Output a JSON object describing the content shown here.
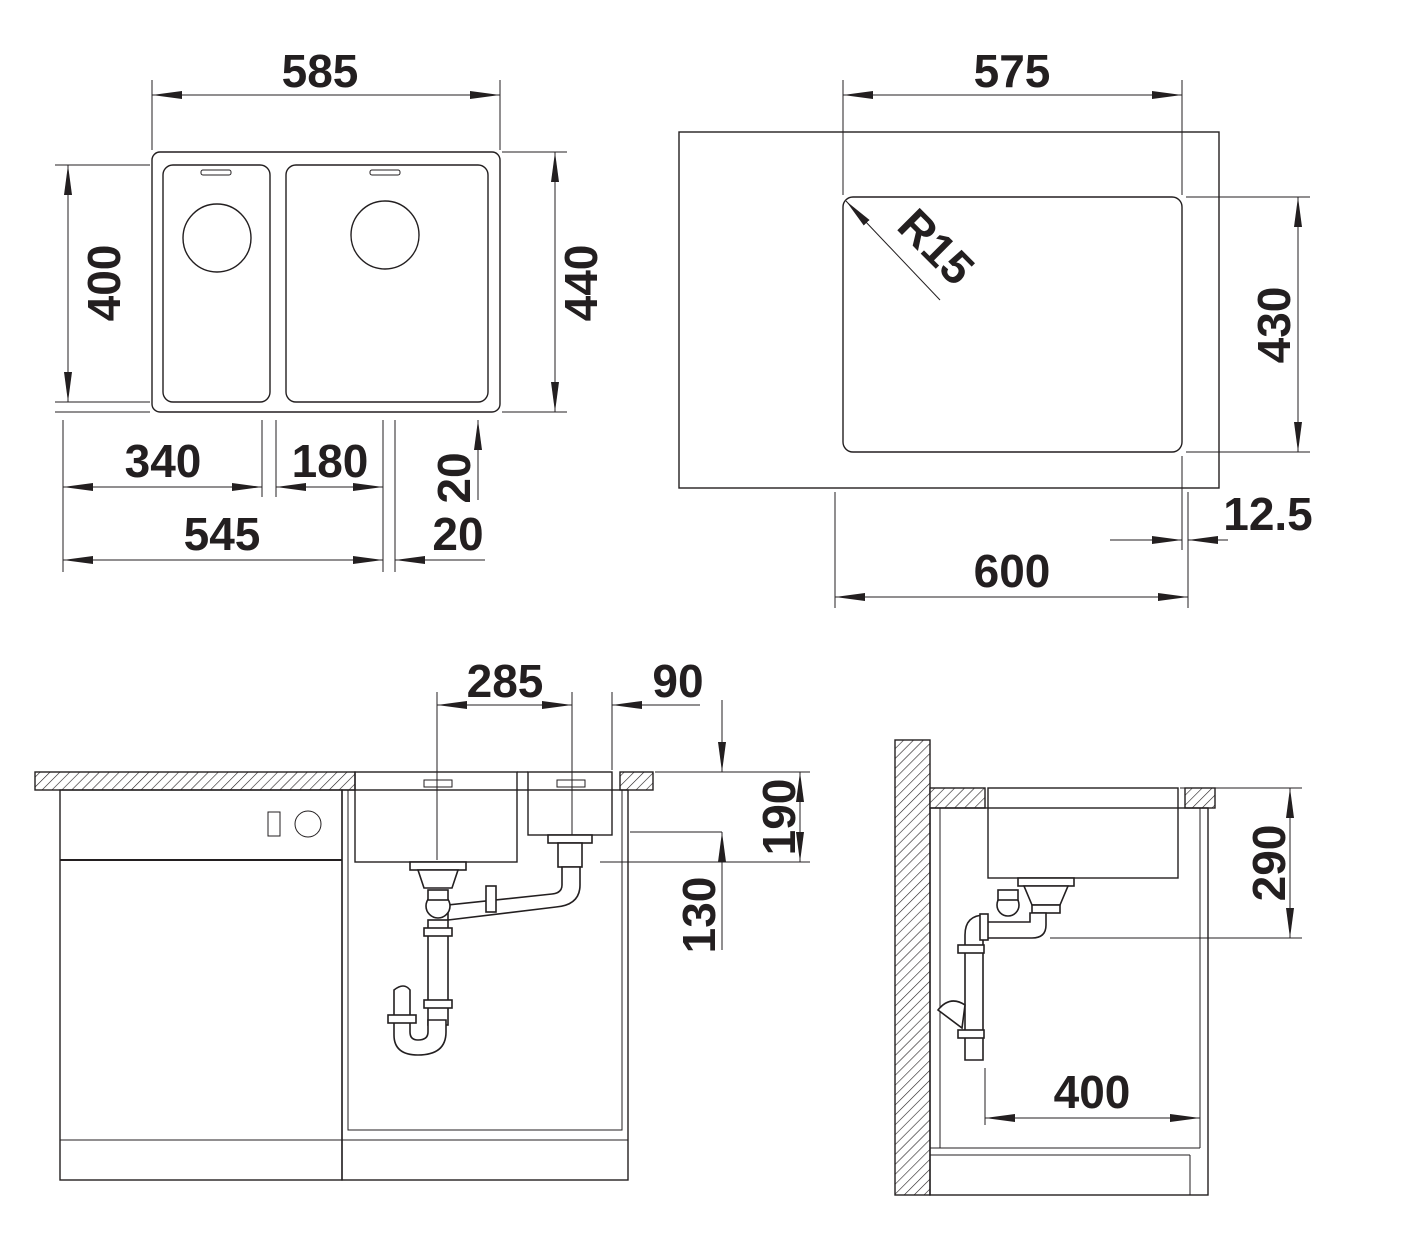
{
  "top_view": {
    "width_overall": "585",
    "depth_left_bowl": "400",
    "depth_overall": "440",
    "left_bowl_width": "340",
    "right_bowl_width": "180",
    "cabinet_width": "545",
    "rim_front": "20",
    "rim_side": "20"
  },
  "cutout_view": {
    "cutout_width": "575",
    "corner_radius": "R15",
    "cutout_depth": "430",
    "cabinet_width": "600",
    "offset": "12.5"
  },
  "front_view": {
    "drain_spacing": "285",
    "drain_offset": "90",
    "bowl_depth": "190",
    "drain_height": "130"
  },
  "side_view": {
    "depth": "290",
    "drain_distance": "400"
  },
  "colors": {
    "line": "#231f20",
    "background": "#ffffff"
  }
}
